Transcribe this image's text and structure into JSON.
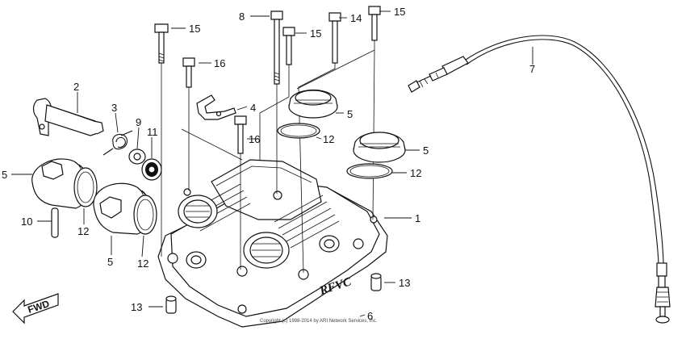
{
  "callouts": {
    "c1": "1",
    "c2": "2",
    "c3": "3",
    "c4": "4",
    "c5a": "5",
    "c5b": "5",
    "c5c": "5",
    "c5d": "5",
    "c6": "6",
    "c7": "7",
    "c8": "8",
    "c9": "9",
    "c10": "10",
    "c11": "11",
    "c12a": "12",
    "c12b": "12",
    "c12c": "12",
    "c12d": "12",
    "c13a": "13",
    "c13b": "13",
    "c14": "14",
    "c15a": "15",
    "c15b": "15",
    "c15c": "15",
    "c16a": "16",
    "c16b": "16"
  },
  "direction_label": "FWD",
  "cover_logo": "RFVC",
  "copyright": "Copyright (c) 1998-2014 by ARI Network Services, Inc.",
  "colors": {
    "ink": "#111111",
    "paper": "#ffffff"
  }
}
